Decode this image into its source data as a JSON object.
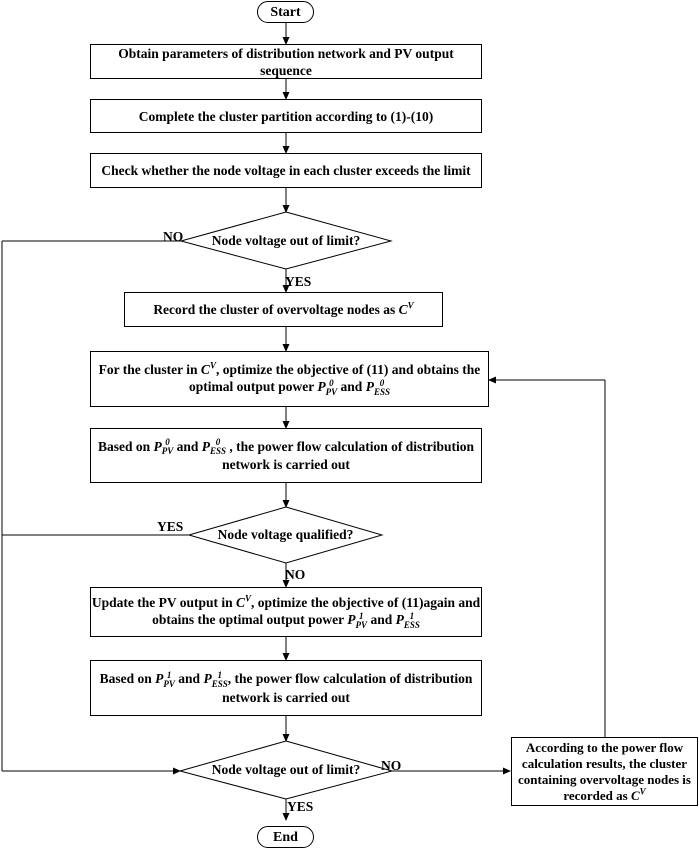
{
  "nodes": {
    "start": "Start",
    "obtain_params": "Obtain  parameters of distribution network and PV output sequence",
    "cluster_partition": "Complete the cluster partition according to (1)-(10)",
    "check_voltage": "Check whether the node voltage in each cluster exceeds the limit",
    "decision_out_of_limit_1": "Node voltage out of limit?",
    "record_cluster": {
      "before": "Record the cluster of overvoltage nodes as ",
      "sym": "C",
      "sup": "V"
    },
    "optimize_1": {
      "line1_a": "For the cluster in ",
      "line1_sym": "C",
      "line1_sup": "V",
      "line1_b": ", optimize the objective of (11) and obtains the",
      "line2_a": "optimal output power ",
      "line2_b": " and ",
      "p_pv": "P",
      "p_pv_sup": "0",
      "p_pv_sub": "PV",
      "p_ess": "P",
      "p_ess_sup": "0",
      "p_ess_sub": "ESS"
    },
    "power_flow_1": {
      "line1_a": "Based on ",
      "line1_b": " and ",
      "line1_c": " , the power flow calculation of distribution",
      "line2": "network is carried out",
      "p_pv": "P",
      "p_pv_sup": "0",
      "p_pv_sub": "PV",
      "p_ess": "P",
      "p_ess_sup": "0",
      "p_ess_sub": "ESS"
    },
    "decision_qualified": "Node voltage qualified?",
    "update_pv": {
      "line1_a": "Update the PV output in ",
      "line1_sym": "C",
      "line1_sup": "V",
      "line1_b": ", optimize the objective of (11)again and",
      "line2_a": "obtains the optimal output power ",
      "line2_b": " and ",
      "p_pv": "P",
      "p_pv_sup": "1",
      "p_pv_sub": "PV",
      "p_ess": "P",
      "p_ess_sup": "1",
      "p_ess_sub": "ESS"
    },
    "power_flow_2": {
      "line1_a": "Based on ",
      "line1_b": " and ",
      "line1_c": ", the power flow calculation of distribution",
      "line2": "network is carried out",
      "p_pv": "P",
      "p_pv_sup": "1",
      "p_pv_sub": "PV",
      "p_ess": "P",
      "p_ess_sup": "1",
      "p_ess_sub": "ESS"
    },
    "decision_out_of_limit_2": "Node voltage out of limit?",
    "record_again": {
      "text": "According to the power flow calculation results, the cluster containing overvoltage nodes is recorded as ",
      "sym": "C",
      "sup": "V"
    },
    "end": "End"
  },
  "edge_labels": {
    "no_1": "NO",
    "yes_1": "YES",
    "yes_2": "YES",
    "no_2": "NO",
    "no_3": "NO",
    "yes_3": "YES"
  }
}
